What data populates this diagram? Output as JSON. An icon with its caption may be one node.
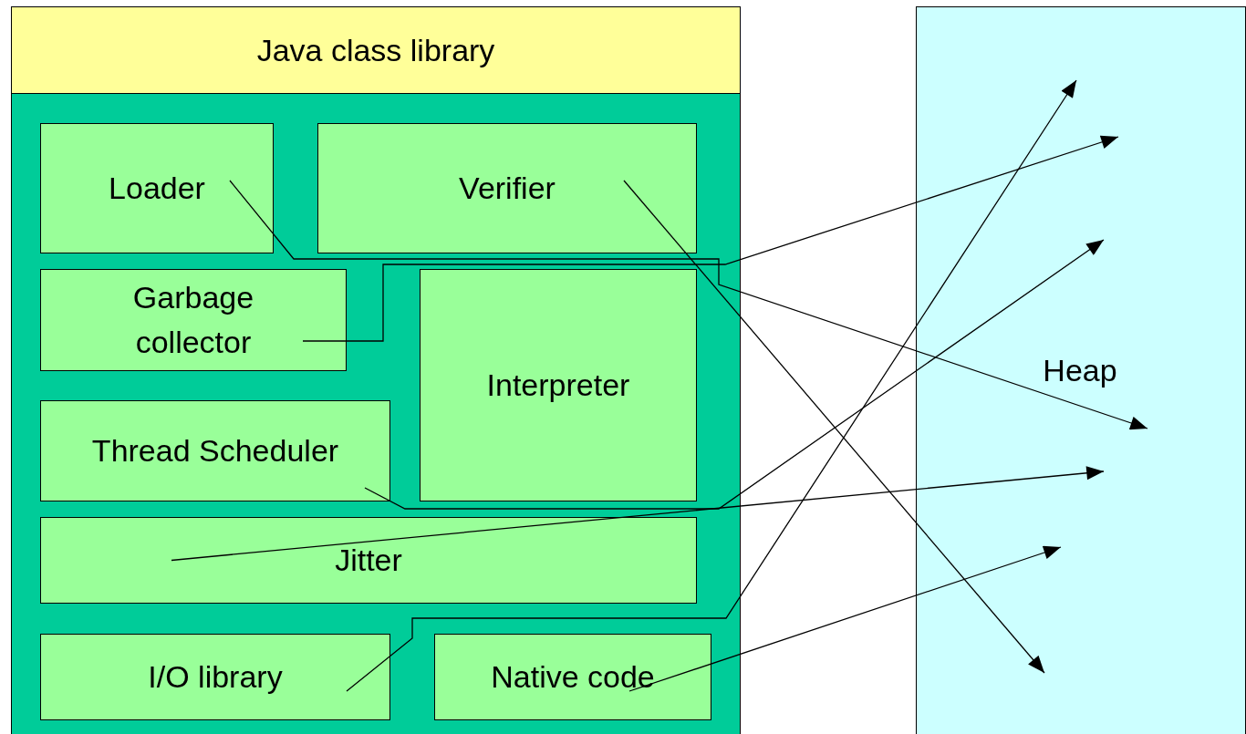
{
  "diagram": {
    "nodes": [
      {
        "text": [
          "Java class library"
        ]
      },
      {
        "text": [
          "Loader"
        ],
        "in": 0
      },
      {
        "text": [
          "Verifier"
        ],
        "in": 0
      },
      {
        "text": [
          "Garbage collector"
        ],
        "in": 0
      },
      {
        "text": [
          "Interpreter"
        ],
        "in": 0
      },
      {
        "text": [
          "Thread Scheduler"
        ],
        "in": 0
      },
      {
        "text": [
          "Jitter"
        ],
        "in": 0
      },
      {
        "text": [
          "I/O library"
        ],
        "in": 0
      },
      {
        "text": [
          "Native code"
        ],
        "in": 0
      },
      {
        "text": [
          "Heap"
        ]
      }
    ],
    "edges": [
      {
        "from": 1,
        "to": 9,
        "arrow": "to"
      },
      {
        "from": 2,
        "to": 9,
        "arrow": "to"
      },
      {
        "from": 3,
        "to": 9,
        "arrow": "to"
      },
      {
        "from": 5,
        "to": 9,
        "arrow": "to"
      },
      {
        "from": 6,
        "to": 9,
        "arrow": "to"
      },
      {
        "from": 7,
        "to": 9,
        "arrow": "to"
      },
      {
        "from": 8,
        "to": 9,
        "arrow": "to"
      }
    ]
  }
}
